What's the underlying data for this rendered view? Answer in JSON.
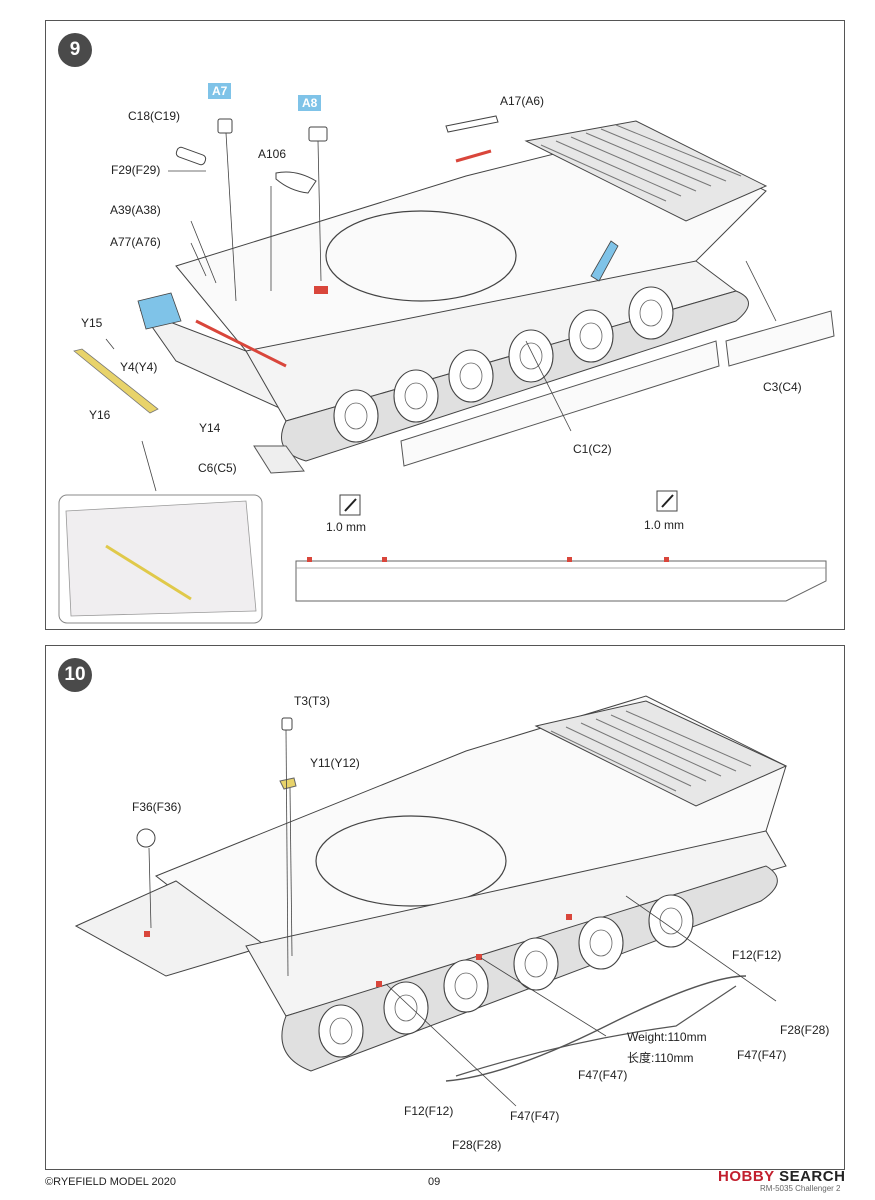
{
  "step9": {
    "number": "9",
    "badges": {
      "a7": "A7",
      "a8": "A8"
    },
    "parts": {
      "c18": "C18(C19)",
      "f29": "F29(F29)",
      "a106": "A106",
      "a39": "A39(A38)",
      "a77": "A77(A76)",
      "a17": "A17(A6)",
      "y15": "Y15",
      "y4": "Y4(Y4)",
      "y16": "Y16",
      "y14": "Y14",
      "c6": "C6(C5)",
      "c1": "C1(C2)",
      "c3": "C3(C4)"
    },
    "measure_left": "1.0 mm",
    "measure_right": "1.0 mm"
  },
  "step10": {
    "number": "10",
    "parts": {
      "t3": "T3(T3)",
      "y11": "Y11(Y12)",
      "f36": "F36(F36)",
      "f12_right": "F12(F12)",
      "f28_right": "F28(F28)",
      "f47_right": "F47(F47)",
      "f47_mid": "F47(F47)",
      "f12_bottom": "F12(F12)",
      "f47_bottom": "F47(F47)",
      "f28_bottom": "F28(F28)"
    },
    "weight_label": "Weight:110mm",
    "length_label": "长度:110mm"
  },
  "footer": {
    "copyright": "©RYEFIELD MODEL 2020",
    "page": "09",
    "product": "RM-5035 Challenger 2"
  },
  "watermark": {
    "brand": "HOBBY",
    "suffix": "SEARCH"
  },
  "colors": {
    "accent_blue": "#7fc3e8",
    "accent_red": "#d9463b",
    "accent_yellow": "#e8d36a",
    "line": "#444444"
  }
}
